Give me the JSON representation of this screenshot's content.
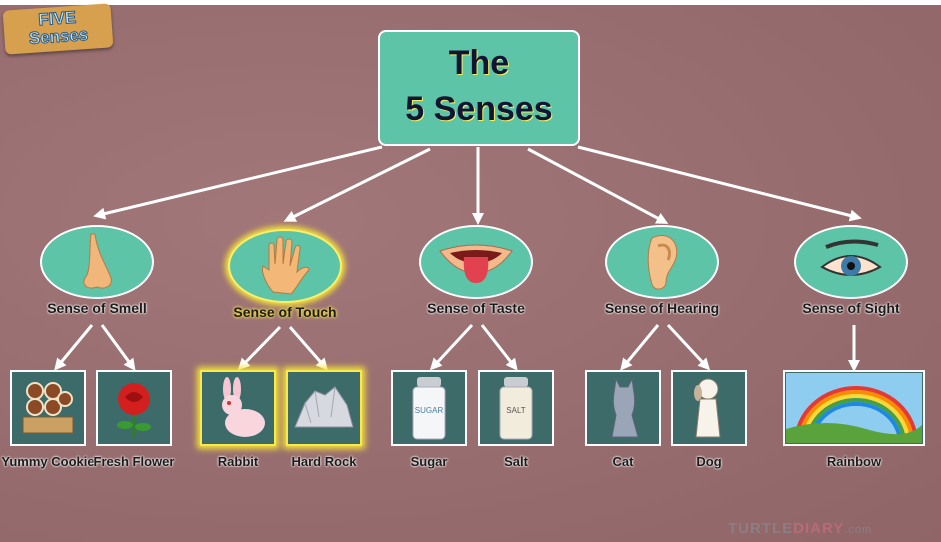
{
  "logo": {
    "line1": "FIVE",
    "line2": "Senses"
  },
  "title": {
    "line1": "The",
    "line2": "5 Senses"
  },
  "senses": [
    {
      "label": "Sense of Smell",
      "icon": "nose-icon",
      "highlighted": false,
      "items": [
        "Yummy Cookie",
        "Fresh Flower"
      ]
    },
    {
      "label": "Sense of Touch",
      "icon": "hand-icon",
      "highlighted": true,
      "items": [
        "Rabbit",
        "Hard Rock"
      ]
    },
    {
      "label": "Sense of Taste",
      "icon": "tongue-icon",
      "highlighted": false,
      "items": [
        "Sugar",
        "Salt"
      ]
    },
    {
      "label": "Sense of Hearing",
      "icon": "ear-icon",
      "highlighted": false,
      "items": [
        "Cat",
        "Dog"
      ]
    },
    {
      "label": "Sense of Sight",
      "icon": "eye-icon",
      "highlighted": false,
      "items": [
        "Rainbow"
      ]
    }
  ],
  "jar_labels": {
    "sugar": "SUGAR",
    "salt": "SALT"
  },
  "watermark": {
    "brand1": "TURTLE",
    "brand2": "DIARY",
    "suffix": ".com"
  },
  "colors": {
    "background": "#9c7173",
    "node": "#5ec4a7",
    "leaf": "#3d6b6a",
    "highlight": "#f5e33a"
  }
}
